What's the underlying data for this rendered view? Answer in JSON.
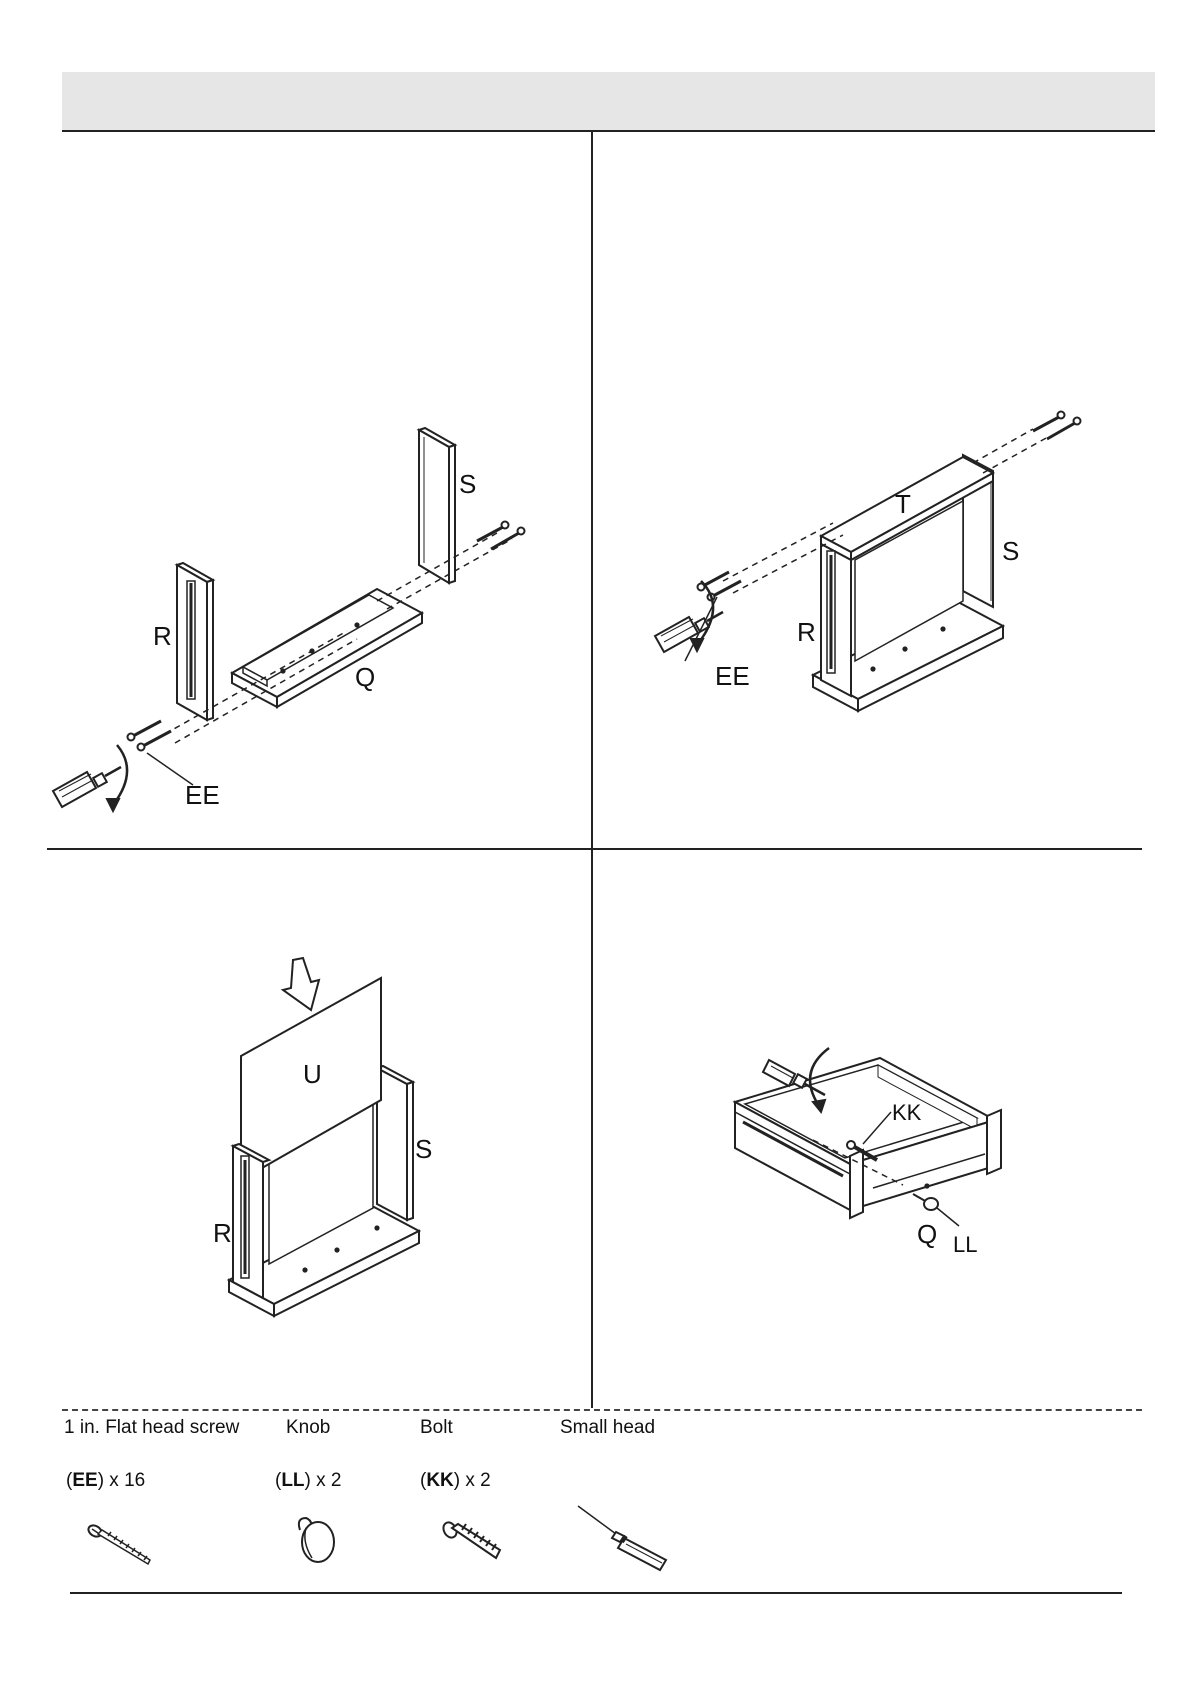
{
  "steps": [
    {
      "labels": {
        "s": "S",
        "r": "R",
        "q": "Q",
        "ee": "EE"
      }
    },
    {
      "labels": {
        "t": "T",
        "s": "S",
        "r": "R",
        "ee": "EE"
      }
    },
    {
      "labels": {
        "u": "U",
        "s": "S",
        "r": "R"
      }
    },
    {
      "labels": {
        "kk": "KK",
        "q": "Q",
        "ll": "LL"
      }
    }
  ],
  "hardware": [
    {
      "name": "1 in. Flat head screw",
      "code": "EE",
      "qty": "x 16",
      "icon": "flat-head-screw-icon"
    },
    {
      "name": "Knob",
      "code": "LL",
      "qty": "x 2",
      "icon": "knob-icon"
    },
    {
      "name": "Bolt",
      "code": "KK",
      "qty": "x 2",
      "icon": "bolt-icon"
    },
    {
      "name": "Small head",
      "code": "",
      "qty": "",
      "icon": "screwdriver-icon"
    }
  ],
  "colors": {
    "line": "#222222",
    "header": "#e6e6e6"
  }
}
